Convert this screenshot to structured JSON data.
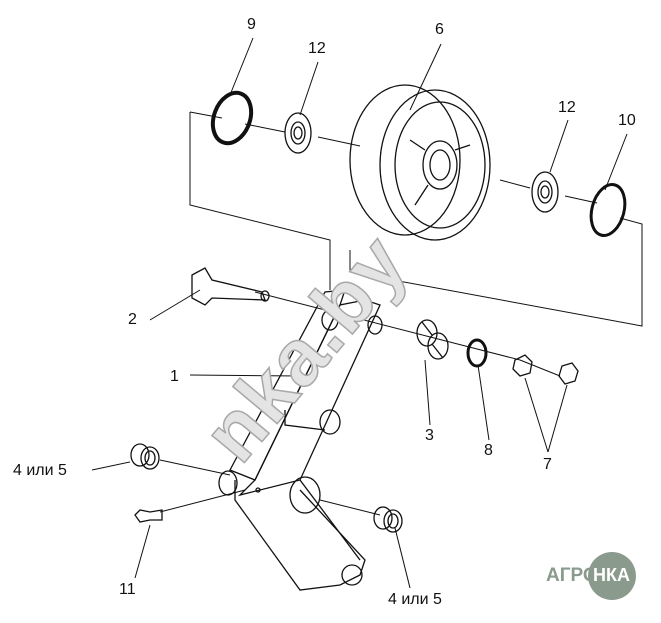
{
  "callouts": [
    {
      "id": "9",
      "label": "9"
    },
    {
      "id": "12a",
      "label": "12"
    },
    {
      "id": "6",
      "label": "6"
    },
    {
      "id": "12b",
      "label": "12"
    },
    {
      "id": "10",
      "label": "10"
    },
    {
      "id": "2",
      "label": "2"
    },
    {
      "id": "1",
      "label": "1"
    },
    {
      "id": "3",
      "label": "3"
    },
    {
      "id": "8",
      "label": "8"
    },
    {
      "id": "7",
      "label": "7"
    },
    {
      "id": "4a",
      "label": "4 или 5"
    },
    {
      "id": "11",
      "label": "11"
    },
    {
      "id": "4b",
      "label": "4 или 5"
    }
  ],
  "watermark": "nka.by",
  "logo": {
    "left": "АГРО",
    "right": "НКА"
  },
  "colors": {
    "line": "#111111",
    "logo": "#8a9a8c",
    "watermark": "#bbbbbb"
  }
}
